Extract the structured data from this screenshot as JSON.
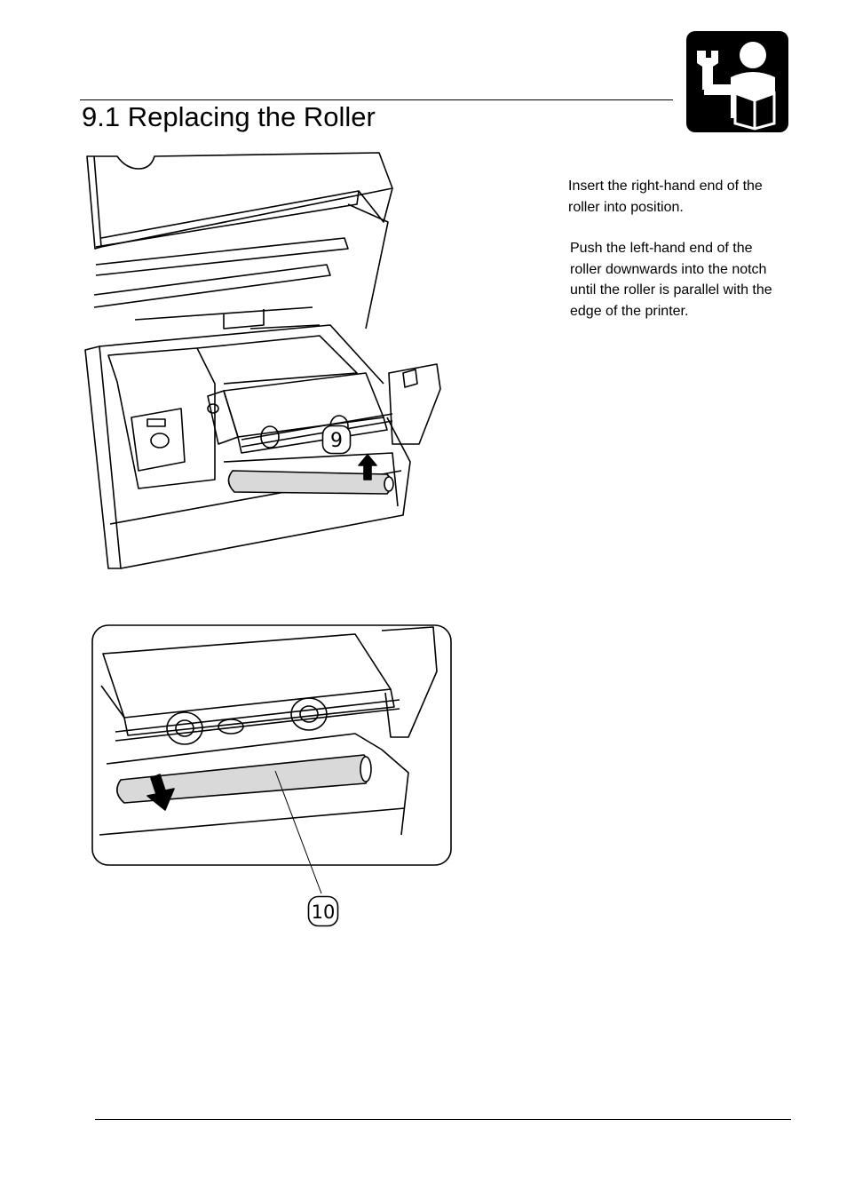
{
  "section": {
    "title": "9.1 Replacing the Roller"
  },
  "instructions": {
    "step_a": "Insert the right-hand end of the roller into position.",
    "step_b": "Push the left-hand end of the roller downwards into the notch until the roller is parallel with the edge of the printer."
  },
  "figures": {
    "fig1_callout": "9",
    "fig2_callout": "10"
  },
  "icons": {
    "header_icon": "maintenance-person-with-wrench-and-book-icon",
    "fig1_arrow": "arrow-up-icon",
    "fig2_arrow": "arrow-down-icon"
  },
  "colors": {
    "icon_bg": "#000000",
    "roller_fill": "#d9d9d9",
    "text": "#000000"
  }
}
